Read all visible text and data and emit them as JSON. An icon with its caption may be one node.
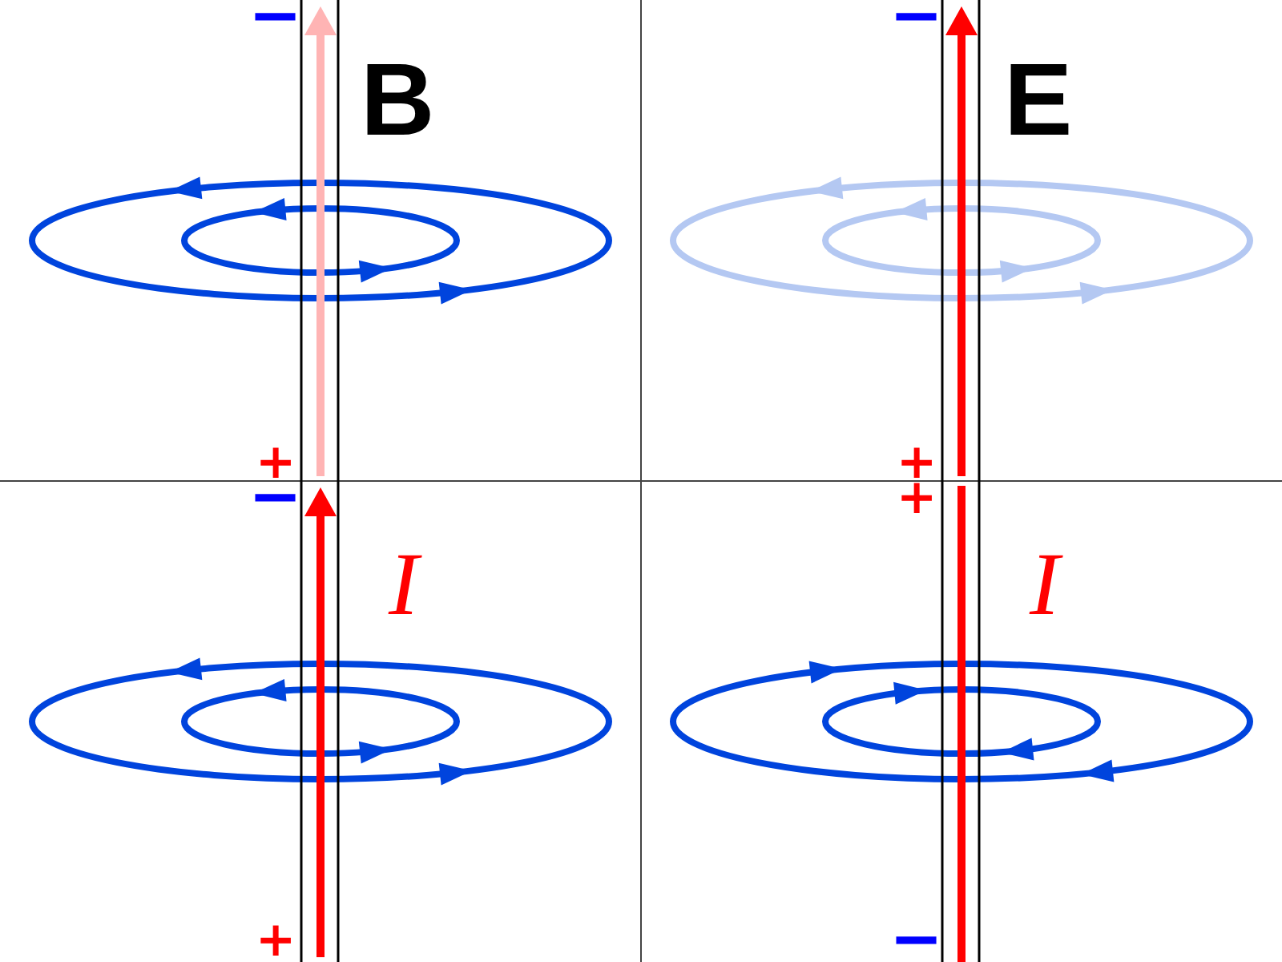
{
  "diagram": {
    "labels": [
      "−",
      "−",
      "B",
      "E",
      "+",
      "+",
      "−",
      "+",
      "I",
      "I",
      "+",
      "−"
    ]
  }
}
